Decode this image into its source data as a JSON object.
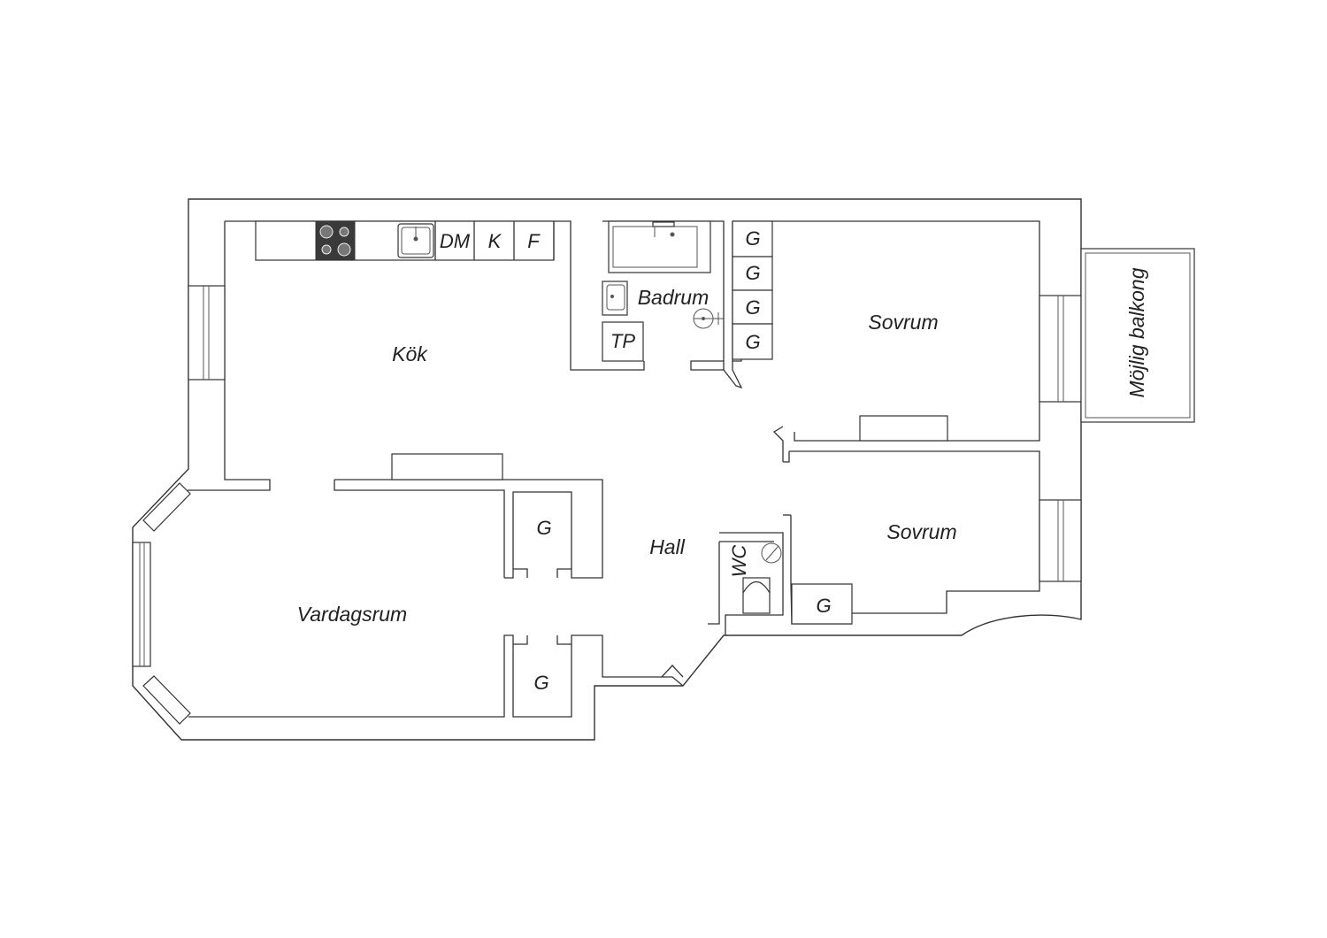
{
  "rooms": {
    "kitchen": "Kök",
    "bathroom": "Badrum",
    "bedroom_1": "Sovrum",
    "bedroom_2": "Sovrum",
    "hall": "Hall",
    "living_room": "Vardagsrum",
    "wc": "WC",
    "balcony": "Möjlig balkong"
  },
  "appliances": {
    "dishwasher": "DM",
    "fridge": "K",
    "freezer": "F",
    "laundry": "TP"
  },
  "closets": {
    "label": "G"
  },
  "colors": {
    "wall": "#333333",
    "background": "#ffffff",
    "stove": "#3a3a3a"
  }
}
